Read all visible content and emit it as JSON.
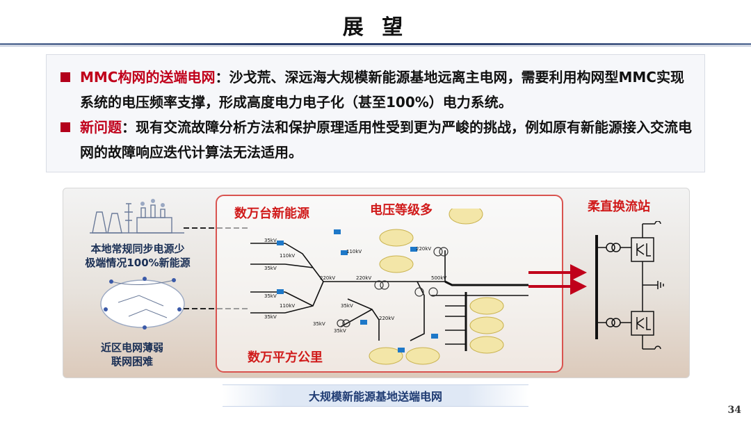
{
  "slide": {
    "title": "展 望",
    "page_number": "34"
  },
  "bullets": [
    {
      "highlight": "MMC构网的送端电网",
      "text": "：沙戈荒、深远海大规模新能源基地远离主电网，需要利用构网型MMC实现系统的电压频率支撑，形成高度电力电子化（甚至100%）电力系统。"
    },
    {
      "highlight": "新问题",
      "text": "：现有交流故障分析方法和保护原理适用性受到更为严峻的挑战，例如原有新能源接入交流电网的故障响应迭代计算法无法适用。"
    }
  ],
  "figure": {
    "label_new_energy": "数万台新能源",
    "label_voltage": "电压等级多",
    "label_area": "数万平方公里",
    "label_flexible": "柔直换流站",
    "label_local_line1": "本地常规同步电源少",
    "label_local_line2": "极端情况100%新能源",
    "label_weak_line1": "近区电网薄弱",
    "label_weak_line2": "联网困难",
    "voltage_tags": [
      "35kV",
      "110kV",
      "35kV",
      "35kV",
      "220kV",
      "220kV",
      "35kV",
      "110kV",
      "35kV",
      "35kV",
      "110kV",
      "220kV",
      "500kV",
      "220kV",
      "35kV"
    ],
    "caption": "大规模新能源基地送端电网"
  },
  "colors": {
    "accent_red": "#c0001a",
    "navy": "#1f3b73"
  }
}
